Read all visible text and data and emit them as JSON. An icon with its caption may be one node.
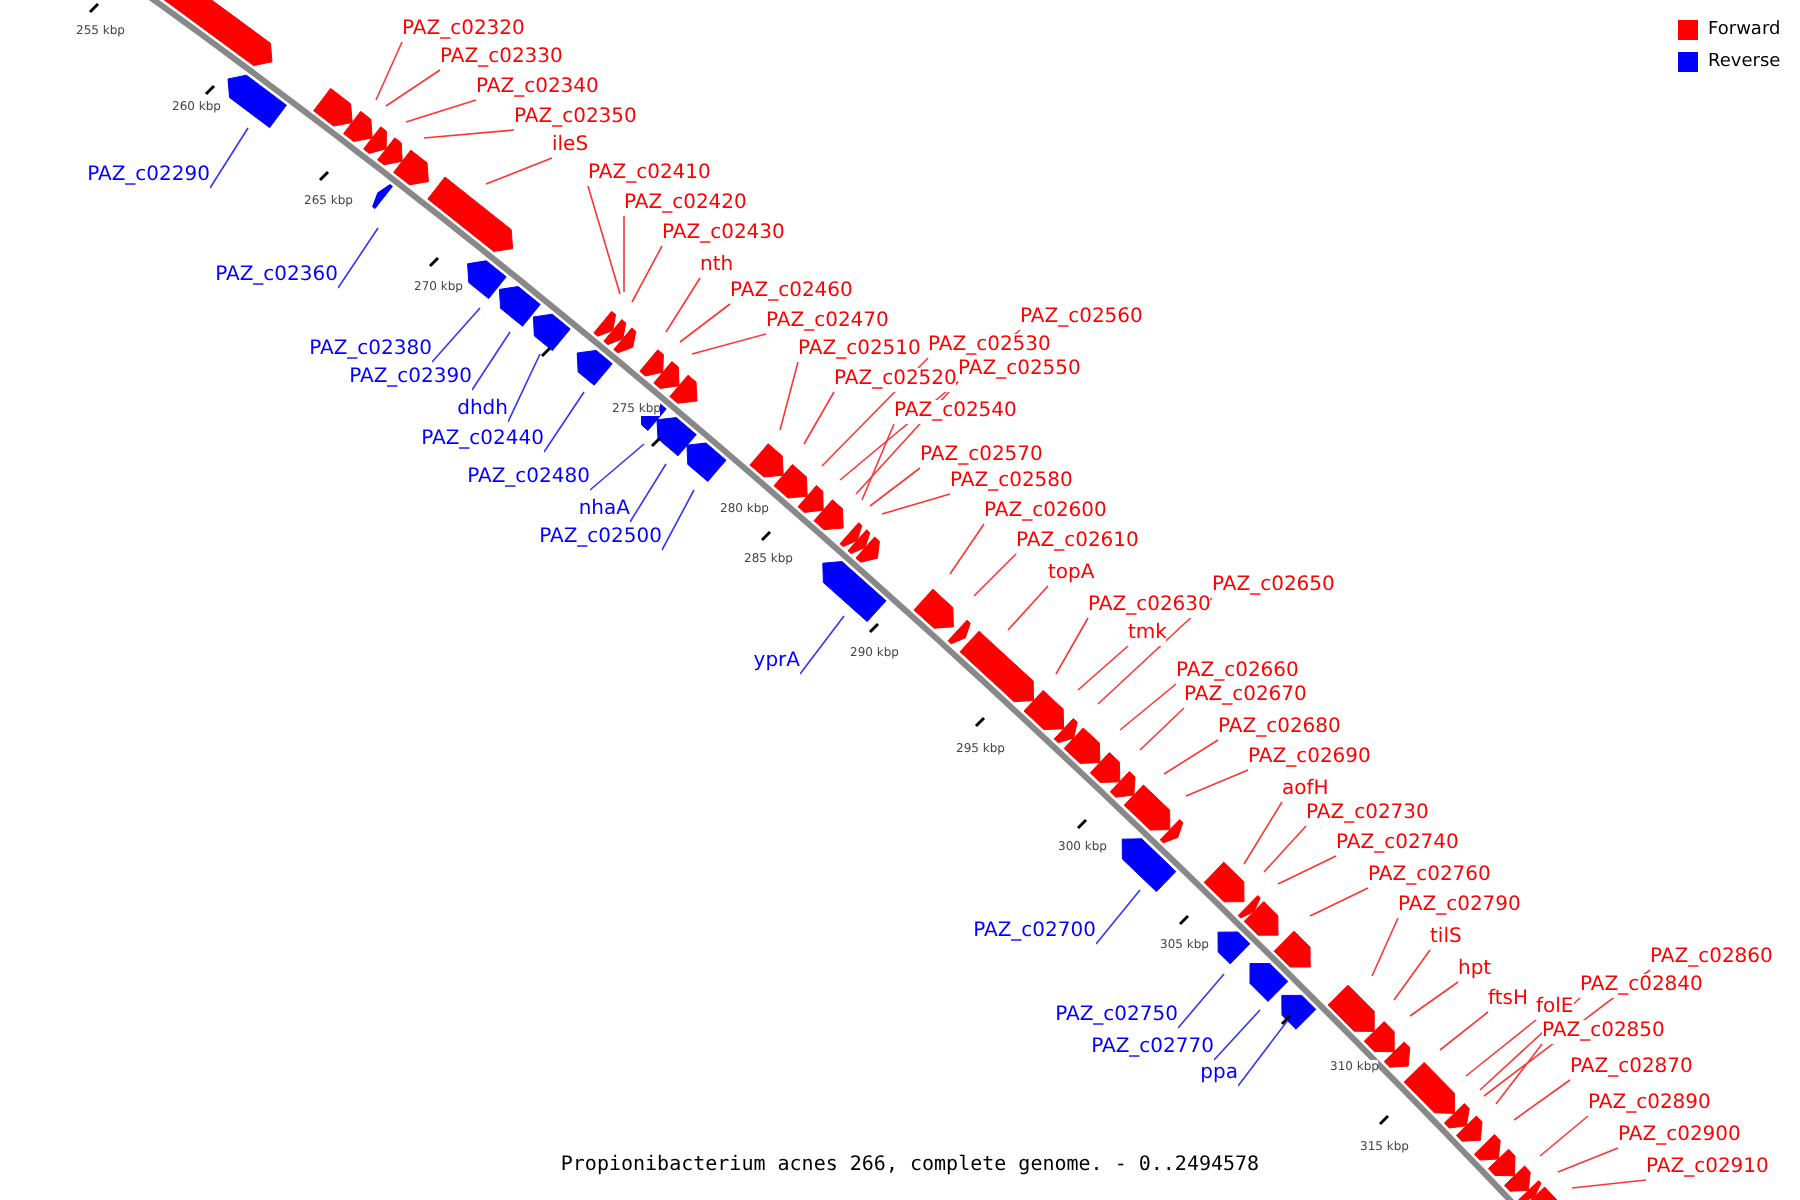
{
  "diagram": {
    "caption": "Propionibacterium acnes 266, complete genome. - 0..2494578",
    "nodes": [
      {
        "text": [
          "PAZ_c02320"
        ]
      },
      {
        "text": [
          "PAZ_c02330"
        ]
      },
      {
        "text": [
          "PAZ_c02340"
        ]
      },
      {
        "text": [
          "PAZ_c02350"
        ]
      },
      {
        "text": [
          "ileS"
        ]
      },
      {
        "text": [
          "PAZ_c02410"
        ]
      },
      {
        "text": [
          "PAZ_c02420"
        ]
      },
      {
        "text": [
          "PAZ_c02430"
        ]
      },
      {
        "text": [
          "nth"
        ]
      },
      {
        "text": [
          "PAZ_c02460"
        ]
      },
      {
        "text": [
          "PAZ_c02470"
        ]
      },
      {
        "text": [
          "PAZ_c02510"
        ]
      },
      {
        "text": [
          "PAZ_c02530"
        ]
      },
      {
        "text": [
          "PAZ_c02560"
        ]
      },
      {
        "text": [
          "PAZ_c02520"
        ]
      },
      {
        "text": [
          "PAZ_c02550"
        ]
      },
      {
        "text": [
          "PAZ_c02540"
        ]
      },
      {
        "text": [
          "PAZ_c02570"
        ]
      },
      {
        "text": [
          "PAZ_c02580"
        ]
      },
      {
        "text": [
          "PAZ_c02600"
        ]
      },
      {
        "text": [
          "PAZ_c02610"
        ]
      },
      {
        "text": [
          "topA"
        ]
      },
      {
        "text": [
          "PAZ_c02630"
        ]
      },
      {
        "text": [
          "tmk"
        ]
      },
      {
        "text": [
          "PAZ_c02650"
        ]
      },
      {
        "text": [
          "PAZ_c02660"
        ]
      },
      {
        "text": [
          "PAZ_c02670"
        ]
      },
      {
        "text": [
          "PAZ_c02680"
        ]
      },
      {
        "text": [
          "PAZ_c02690"
        ]
      },
      {
        "text": [
          "aofH"
        ]
      },
      {
        "text": [
          "PAZ_c02730"
        ]
      },
      {
        "text": [
          "PAZ_c02740"
        ]
      },
      {
        "text": [
          "PAZ_c02760"
        ]
      },
      {
        "text": [
          "PAZ_c02790"
        ]
      },
      {
        "text": [
          "tilS"
        ]
      },
      {
        "text": [
          "hpt"
        ]
      },
      {
        "text": [
          "ftsH"
        ]
      },
      {
        "text": [
          "folE"
        ]
      },
      {
        "text": [
          "PAZ_c02840"
        ]
      },
      {
        "text": [
          "PAZ_c02860"
        ]
      },
      {
        "text": [
          "PAZ_c02850"
        ]
      },
      {
        "text": [
          "PAZ_c02870"
        ]
      },
      {
        "text": [
          "PAZ_c02890"
        ]
      },
      {
        "text": [
          "PAZ_c02900"
        ]
      },
      {
        "text": [
          "PAZ_c02910"
        ]
      },
      {
        "text": [
          "PAZ_c02290"
        ]
      },
      {
        "text": [
          "PAZ_c02360"
        ]
      },
      {
        "text": [
          "PAZ_c02380"
        ]
      },
      {
        "text": [
          "PAZ_c02390"
        ]
      },
      {
        "text": [
          "dhdh"
        ]
      },
      {
        "text": [
          "PAZ_c02440"
        ]
      },
      {
        "text": [
          "PAZ_c02480"
        ]
      },
      {
        "text": [
          "nhaA"
        ]
      },
      {
        "text": [
          "PAZ_c02500"
        ]
      },
      {
        "text": [
          "yprA"
        ]
      },
      {
        "text": [
          "PAZ_c02700"
        ]
      },
      {
        "text": [
          "PAZ_c02750"
        ]
      },
      {
        "text": [
          "PAZ_c02770"
        ]
      },
      {
        "text": [
          "ppa"
        ]
      }
    ],
    "edges": [
      {
        "from": 0,
        "to": null,
        "arrow": "none"
      },
      {
        "from": 1,
        "to": null,
        "arrow": "none"
      },
      {
        "from": 2,
        "to": null,
        "arrow": "none"
      },
      {
        "from": 3,
        "to": null,
        "arrow": "none"
      },
      {
        "from": 4,
        "to": null,
        "arrow": "none"
      },
      {
        "from": 5,
        "to": null,
        "arrow": "none"
      },
      {
        "from": 6,
        "to": null,
        "arrow": "none"
      },
      {
        "from": 7,
        "to": null,
        "arrow": "none"
      },
      {
        "from": 8,
        "to": null,
        "arrow": "none"
      },
      {
        "from": 9,
        "to": null,
        "arrow": "none"
      },
      {
        "from": 10,
        "to": null,
        "arrow": "none"
      },
      {
        "from": 11,
        "to": null,
        "arrow": "none"
      },
      {
        "from": 12,
        "to": null,
        "arrow": "none"
      },
      {
        "from": 13,
        "to": null,
        "arrow": "none"
      },
      {
        "from": 14,
        "to": null,
        "arrow": "none"
      },
      {
        "from": 15,
        "to": null,
        "arrow": "none"
      },
      {
        "from": 16,
        "to": null,
        "arrow": "none"
      },
      {
        "from": 17,
        "to": null,
        "arrow": "none"
      },
      {
        "from": 18,
        "to": null,
        "arrow": "none"
      },
      {
        "from": 19,
        "to": null,
        "arrow": "none"
      },
      {
        "from": 20,
        "to": null,
        "arrow": "none"
      },
      {
        "from": 21,
        "to": null,
        "arrow": "none"
      },
      {
        "from": 22,
        "to": null,
        "arrow": "none"
      },
      {
        "from": 23,
        "to": null,
        "arrow": "none"
      },
      {
        "from": 24,
        "to": null,
        "arrow": "none"
      },
      {
        "from": 25,
        "to": null,
        "arrow": "none"
      },
      {
        "from": 26,
        "to": null,
        "arrow": "none"
      },
      {
        "from": 27,
        "to": null,
        "arrow": "none"
      },
      {
        "from": 28,
        "to": null,
        "arrow": "none"
      },
      {
        "from": 29,
        "to": null,
        "arrow": "none"
      },
      {
        "from": 30,
        "to": null,
        "arrow": "none"
      },
      {
        "from": 31,
        "to": null,
        "arrow": "none"
      },
      {
        "from": 32,
        "to": null,
        "arrow": "none"
      },
      {
        "from": 33,
        "to": null,
        "arrow": "none"
      },
      {
        "from": 34,
        "to": null,
        "arrow": "none"
      },
      {
        "from": 35,
        "to": null,
        "arrow": "none"
      },
      {
        "from": 36,
        "to": null,
        "arrow": "none"
      },
      {
        "from": 37,
        "to": null,
        "arrow": "none"
      },
      {
        "from": 38,
        "to": null,
        "arrow": "none"
      },
      {
        "from": 39,
        "to": null,
        "arrow": "none"
      },
      {
        "from": 40,
        "to": null,
        "arrow": "none"
      },
      {
        "from": 41,
        "to": null,
        "arrow": "none"
      },
      {
        "from": 42,
        "to": null,
        "arrow": "none"
      },
      {
        "from": 43,
        "to": null,
        "arrow": "none"
      },
      {
        "from": 44,
        "to": null,
        "arrow": "none"
      },
      {
        "from": 45,
        "to": null,
        "arrow": "none",
        "color": "#3333ff"
      },
      {
        "from": 46,
        "to": null,
        "arrow": "none",
        "color": "#3333ff"
      },
      {
        "from": 47,
        "to": null,
        "arrow": "none",
        "color": "#3333ff"
      },
      {
        "from": 48,
        "to": null,
        "arrow": "none",
        "color": "#3333ff"
      },
      {
        "from": 49,
        "to": null,
        "arrow": "none",
        "color": "#3333ff"
      },
      {
        "from": 50,
        "to": null,
        "arrow": "none",
        "color": "#3333ff"
      },
      {
        "from": 51,
        "to": null,
        "arrow": "none",
        "color": "#3333ff"
      },
      {
        "from": 52,
        "to": null,
        "arrow": "none",
        "color": "#3333ff"
      },
      {
        "from": 53,
        "to": null,
        "arrow": "none",
        "color": "#3333ff"
      },
      {
        "from": 54,
        "to": null,
        "arrow": "none",
        "color": "#3333ff"
      },
      {
        "from": 55,
        "to": null,
        "arrow": "none",
        "color": "#3333ff"
      },
      {
        "from": 56,
        "to": null,
        "arrow": "none",
        "color": "#3333ff"
      },
      {
        "from": 57,
        "to": null,
        "arrow": "none",
        "color": "#3333ff"
      },
      {
        "from": 58,
        "to": null,
        "arrow": "none",
        "color": "#3333ff"
      }
    ],
    "labels": [
      "255 kbp",
      "260 kbp",
      "265 kbp",
      "270 kbp",
      "275 kbp",
      "280 kbp",
      "285 kbp",
      "290 kbp",
      "295 kbp",
      "300 kbp",
      "305 kbp",
      "310 kbp",
      "315 kbp"
    ],
    "legend": [
      {
        "text": "Forward",
        "color": "#ff0000"
      },
      {
        "text": "Reverse",
        "color": "#0000ff"
      }
    ]
  }
}
